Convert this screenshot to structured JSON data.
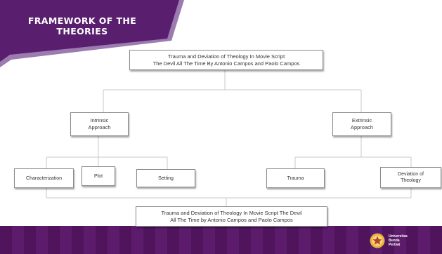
{
  "slide": {
    "title_line1": "FRAMEWORK OF THE",
    "title_line2": "THEORIES"
  },
  "diagram": {
    "top_box": {
      "line1": "Trauma and Deviation of Theology In Movie Script",
      "line2": "The Devil All The Time By Antonio Campos and Paolo Campos"
    },
    "intrinsic": {
      "line1": "Intrinsic",
      "line2": "Approach"
    },
    "extrinsic": {
      "line1": "Extrinsic",
      "line2": "Approach"
    },
    "characterization": "Characterization",
    "plot": "Plot",
    "setting": "Setting",
    "trauma": "Trauma",
    "deviation": {
      "line1": "Deviation of",
      "line2": "Theology"
    },
    "bottom_box": {
      "line1": "Trauma and Deviation of Theology In Movie Script The Devil",
      "line2": "All The Time by Antonio Campos and Paolo Campos"
    }
  },
  "footer": {
    "logo_icon": "university-seal-icon",
    "logo_line1": "Universitas",
    "logo_line2": "Bunda",
    "logo_line3": "Pertiwi"
  },
  "colors": {
    "banner_purple": "#5a1e6e",
    "banner_accent": "#9b7bb0",
    "footer_purple": "#4f145c",
    "connector": "#c8c8c8",
    "logo_gold": "#e8b53a"
  }
}
